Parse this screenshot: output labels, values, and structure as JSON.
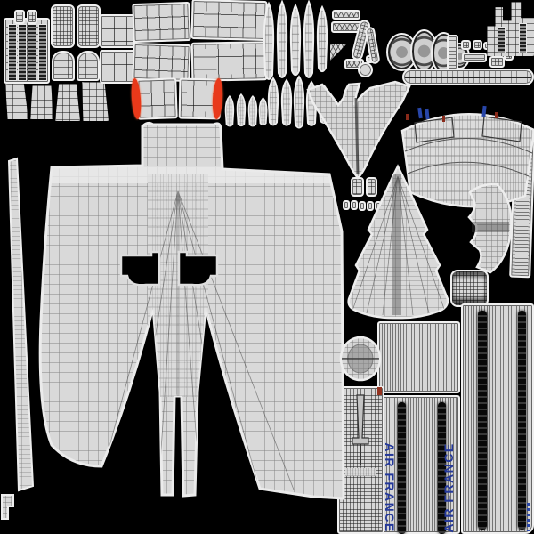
{
  "scene": {
    "type": "uv-texture-atlas-wireframe",
    "subject": "aircraft 3d model texture sheet",
    "background": "#000000",
    "colors": {
      "piece_fill": "#d7d7d7",
      "wireframe": "#333333",
      "piece_edge": "#f0f0f0",
      "seam_red": "#e8391a",
      "mark_maroon": "#8a2a1a",
      "mark_blue": "#2846a8",
      "brand_blue": "#24389a",
      "stripe_dark": "#101010"
    },
    "branding": {
      "airline": "AIR FRANCE"
    },
    "pieces": [
      "slat-bars",
      "door-panel-left",
      "door-panel-right",
      "arch-panel-left",
      "arch-panel-right",
      "trapezoid-flaps",
      "quad-panels",
      "seam-highlight-left",
      "seam-highlight-right",
      "blade-cluster-top",
      "blade-cluster-mid",
      "blade-cluster-short",
      "gear-parts",
      "wheel-rings",
      "ladder-strip",
      "castle-bracket",
      "cigar-strip",
      "tail-bat-piece",
      "fuselage-fan-piece",
      "nose-cone-piece",
      "window-chips",
      "wing-fillet-crescent",
      "barrel-piece",
      "edge-slat-strip",
      "main-delta-wing",
      "wingtip-sliver",
      "foot-tab",
      "engine-oval",
      "fin-rudder-panel",
      "sword-detail",
      "fuselage-panel-top",
      "fuselage-panel-left",
      "fuselage-panel-right"
    ]
  }
}
